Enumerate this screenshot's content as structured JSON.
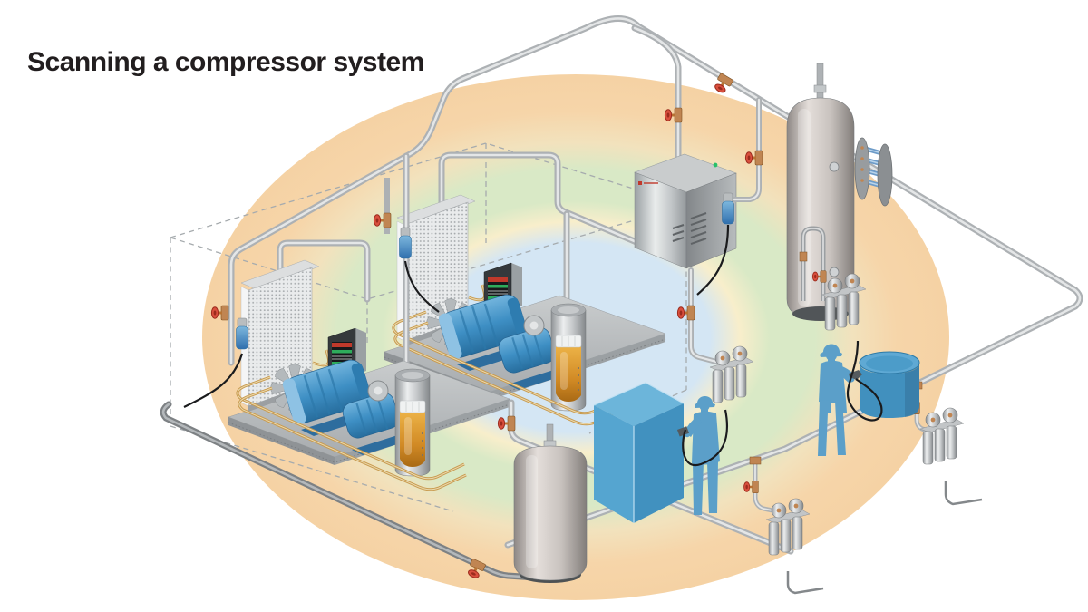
{
  "title": "Scanning a compressor system",
  "palette": {
    "background": "#ffffff",
    "zone_outer_orange": "#f6d5a9",
    "zone_green": "#d9e9c6",
    "zone_cream": "#f8eecb",
    "zone_center_blue": "#d4e6f4",
    "pipe_gray": "#adb1b4",
    "equipment_blue": "#4190be",
    "motor_blue": "#3e8fc4",
    "worker_blue": "#5b9fc9",
    "valve_red": "#d94f3d",
    "brass": "#c08552",
    "oil_amber": "#e8a43a",
    "cable_black": "#1a1b1d"
  },
  "components": {
    "compressor_unit_1": "Air compressor package (cooler, fan, motor, pump, controller, oil separator)",
    "compressor_unit_2": "Air compressor package (cooler, fan, motor, pump, controller, oil separator)",
    "refrigerated_dryer": "Refrigerated air dryer",
    "air_receiver_tank": "Vertical air receiver tank",
    "small_receiver_tank": "Secondary receiver tank",
    "pipe_manifold": "Distribution manifold",
    "blue_cabinet": "Equipment cabinet",
    "blue_tank": "Storage drum",
    "filter_banks": "Coalescing filter banks",
    "technician_1": "Technician scanning with handheld detector",
    "technician_2": "Technician scanning with handheld detector",
    "valves": "Red shut-off valves",
    "sensors": "Leak-detection sensors with cables"
  }
}
